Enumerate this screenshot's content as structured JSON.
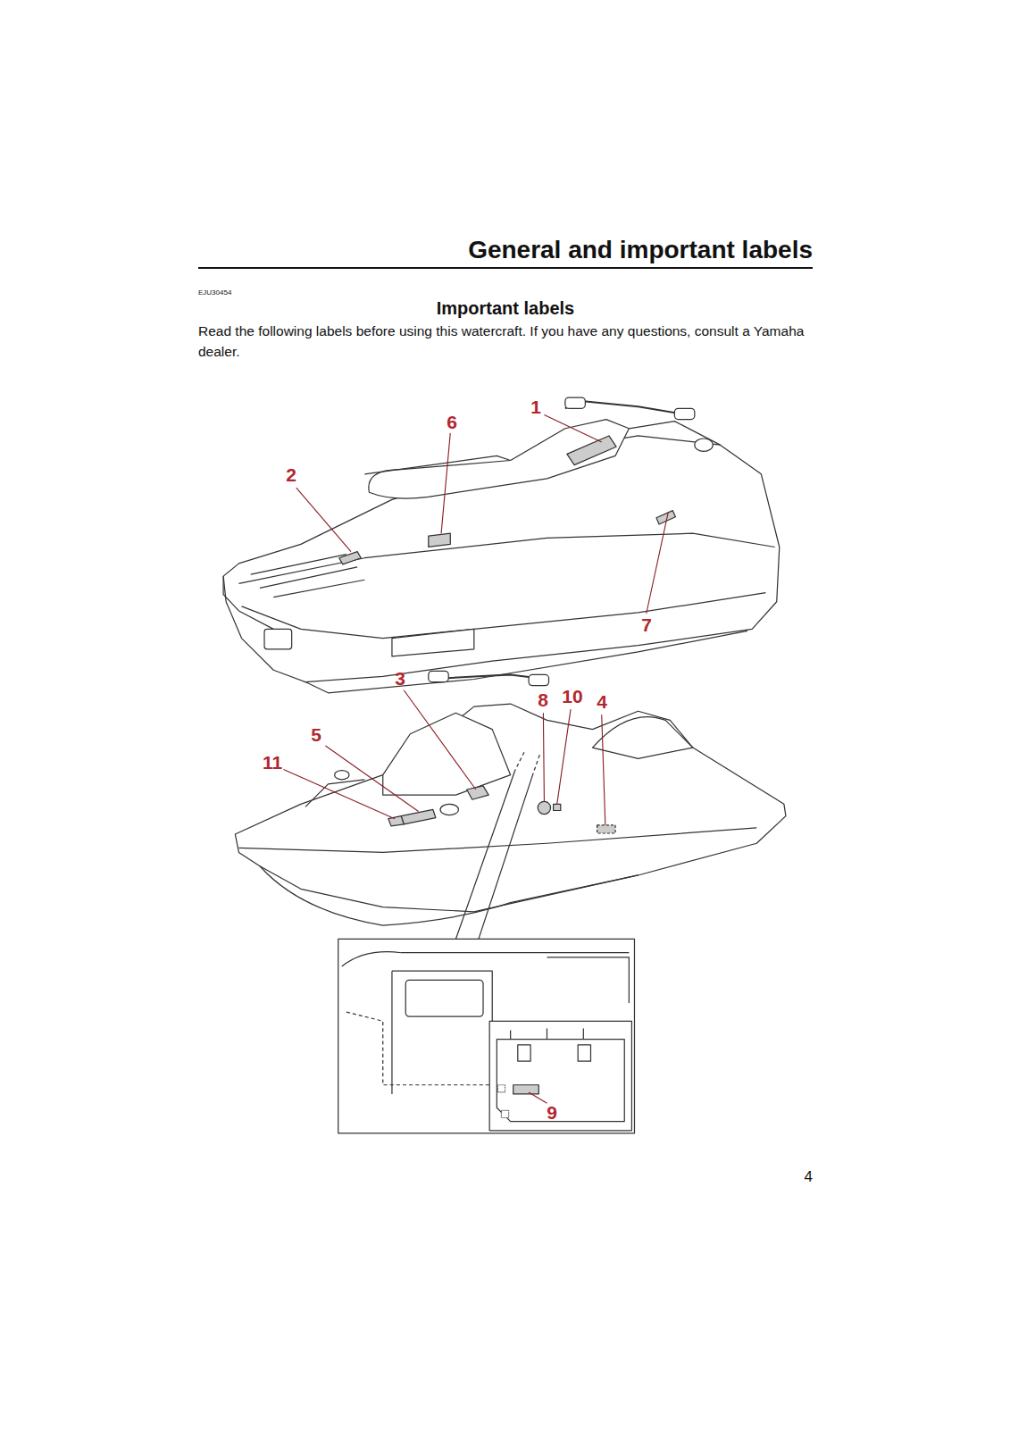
{
  "diagram": {
    "title": "General and important labels",
    "labels": [
      "EJU30454",
      "Important labels",
      "Read the following labels before using this watercraft. If you have any questions, consult a Yamaha dealer.",
      "1",
      "6",
      "2",
      "7",
      "3",
      "8",
      "10",
      "4",
      "5",
      "11",
      "9",
      "4"
    ]
  }
}
